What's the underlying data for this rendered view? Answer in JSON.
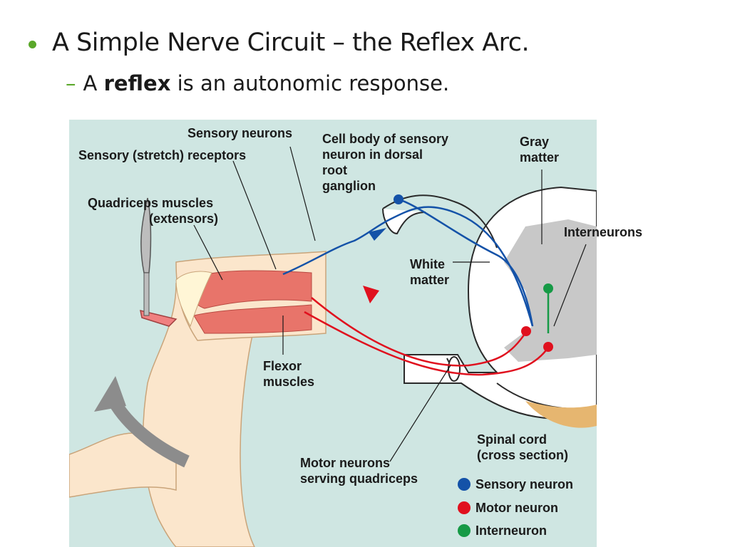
{
  "slide": {
    "title": "A Simple Nerve Circuit – the Reflex Arc.",
    "sub_dash": "–",
    "sub_prefix": "A ",
    "sub_bold": "reflex",
    "sub_suffix": " is an autonomic response."
  },
  "diagram": {
    "labels": {
      "sensory_neurons": "Sensory neurons",
      "stretch_receptors": "Sensory (stretch) receptors",
      "cell_body_1": "Cell body of sensory",
      "cell_body_2": "neuron in dorsal",
      "cell_body_3": "root",
      "cell_body_4": "ganglion",
      "gray_matter_1": "Gray",
      "gray_matter_2": "matter",
      "quadriceps_1": "Quadriceps muscles",
      "quadriceps_2": "(extensors)",
      "interneurons": "Interneurons",
      "white_matter_1": "White",
      "white_matter_2": "matter",
      "flexor_1": "Flexor",
      "flexor_2": "muscles",
      "spinal_cord_1": "Spinal cord",
      "spinal_cord_2": "(cross section)",
      "motor_neurons_1": "Motor neurons",
      "motor_neurons_2": "serving quadriceps"
    },
    "legend": [
      {
        "label": "Sensory neuron",
        "color": "#1452a8"
      },
      {
        "label": "Motor neuron",
        "color": "#e0101e"
      },
      {
        "label": "Interneuron",
        "color": "#169a46"
      }
    ],
    "colors": {
      "background": "#cfe6e2",
      "sensory": "#1452a8",
      "motor": "#e0101e",
      "interneuron": "#169a46",
      "gray_matter": "#c8c8c8",
      "muscle": "#e8746a",
      "skin": "#fbe6cc"
    },
    "icons": [
      "reflex-hammer-icon",
      "motion-arrow-icon"
    ]
  }
}
